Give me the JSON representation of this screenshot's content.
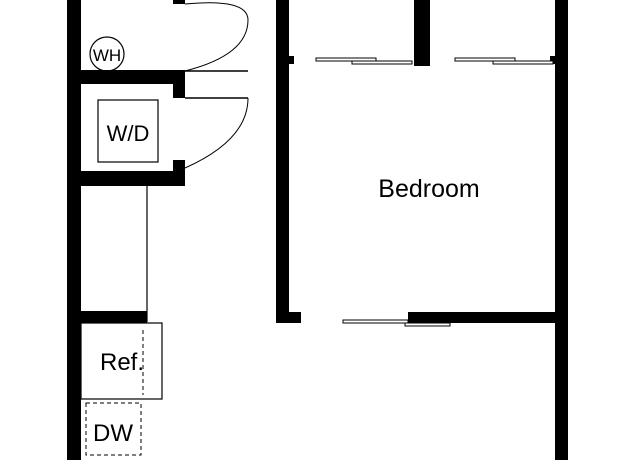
{
  "labels": {
    "water_heater": "WH",
    "washer_dryer": "W/D",
    "bedroom": "Bedroom",
    "refrigerator": "Ref.",
    "dishwasher": "DW"
  },
  "colors": {
    "wall": "#000000",
    "background": "#ffffff"
  }
}
